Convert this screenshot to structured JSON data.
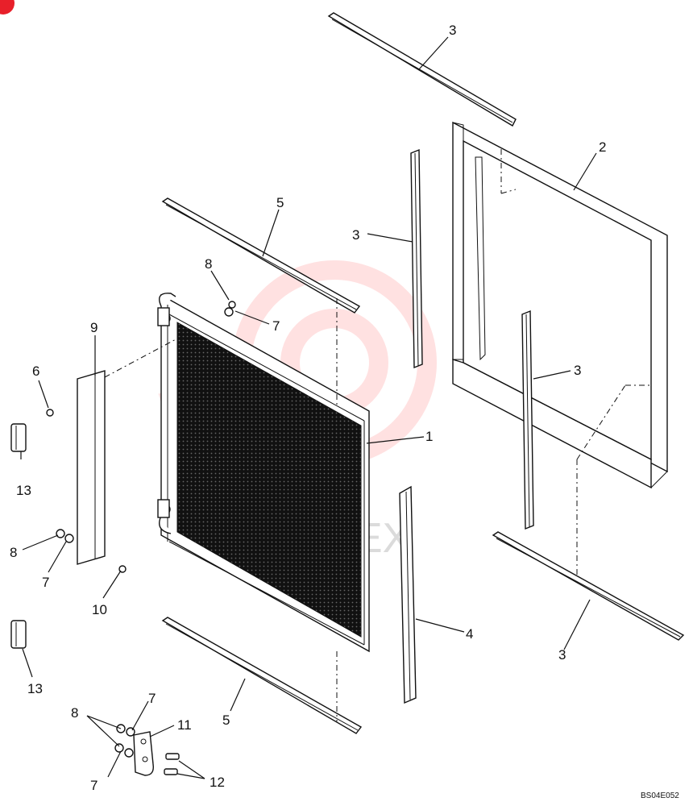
{
  "diagram": {
    "drawing_code": "BS04E052",
    "watermark_text": "EX",
    "callouts": [
      {
        "id": "c1",
        "label": "1"
      },
      {
        "id": "c2",
        "label": "2"
      },
      {
        "id": "c3a",
        "label": "3"
      },
      {
        "id": "c3b",
        "label": "3"
      },
      {
        "id": "c3c",
        "label": "3"
      },
      {
        "id": "c3d",
        "label": "3"
      },
      {
        "id": "c4",
        "label": "4"
      },
      {
        "id": "c5a",
        "label": "5"
      },
      {
        "id": "c5b",
        "label": "5"
      },
      {
        "id": "c6",
        "label": "6"
      },
      {
        "id": "c7a",
        "label": "7"
      },
      {
        "id": "c7b",
        "label": "7"
      },
      {
        "id": "c7c",
        "label": "7"
      },
      {
        "id": "c7d",
        "label": "7"
      },
      {
        "id": "c8a",
        "label": "8"
      },
      {
        "id": "c8b",
        "label": "8"
      },
      {
        "id": "c8c",
        "label": "8"
      },
      {
        "id": "c9",
        "label": "9"
      },
      {
        "id": "c10",
        "label": "10"
      },
      {
        "id": "c11",
        "label": "11"
      },
      {
        "id": "c12",
        "label": "12"
      },
      {
        "id": "c13a",
        "label": "13"
      },
      {
        "id": "c13b",
        "label": "13"
      }
    ]
  }
}
